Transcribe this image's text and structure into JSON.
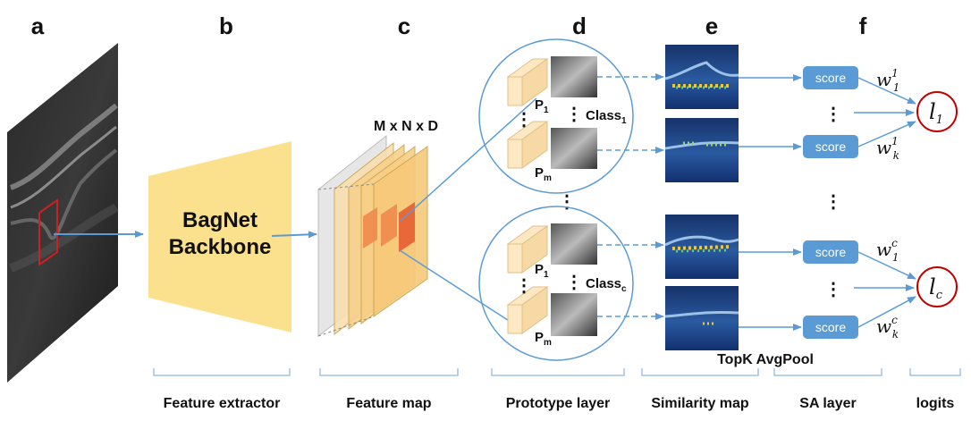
{
  "panels": [
    "a",
    "b",
    "c",
    "d",
    "e",
    "f"
  ],
  "backbone": {
    "line1": "BagNet",
    "line2": "Backbone"
  },
  "feature_map_dims": "M x N x D",
  "prototypes": {
    "p1_main": "P",
    "p1_sub": "1",
    "pm_main": "P",
    "pm_sub": "m",
    "class1_main": "Class",
    "class1_sub": "1",
    "classc_main": "Class",
    "classc_sub": "c"
  },
  "score_label": "score",
  "weights": {
    "w11_base": "w",
    "w11_sup": "1",
    "w11_sub": "1",
    "wk1_base": "w",
    "wk1_sup": "1",
    "wk1_sub": "k",
    "w1c_base": "w",
    "w1c_sup": "c",
    "w1c_sub": "1",
    "wkc_base": "w",
    "wkc_sup": "c",
    "wkc_sub": "k"
  },
  "logits": {
    "l1_base": "l",
    "l1_sub": "1",
    "lc_base": "l",
    "lc_sub": "c"
  },
  "vdots": "⋮",
  "topk_label": "TopK AvgPool",
  "bottom_labels": [
    "Feature extractor",
    "Feature map",
    "Prototype layer",
    "Similarity map",
    "SA layer",
    "logits"
  ],
  "colors": {
    "arrow": "#5b9bd5",
    "backbone_fill": "#fbe08e",
    "score_fill": "#5b9bd5",
    "logit_ring": "#c00000",
    "bracket": "#9dc3e6",
    "proto_fill": "#fde8c4",
    "fmap_fill": "#f7cf86",
    "fmap_hot": "#f08a4b"
  }
}
